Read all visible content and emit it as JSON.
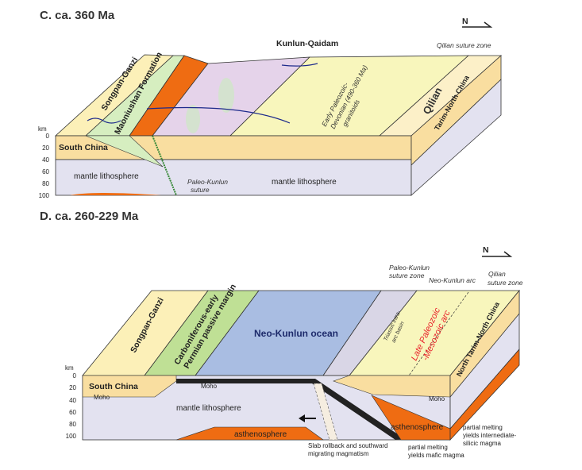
{
  "panel_c": {
    "title": "C. ca. 360 Ma",
    "north": "N",
    "labels": {
      "kunlun_qaidam": "Kunlun-Qaidam",
      "qilian_suture_zone": "Qilian suture zone",
      "songpan_ganzi": "Songpan-Ganzi",
      "maoniushan": "Maoniushan Formation",
      "granitoids_1": "Early Paleozoic-",
      "granitoids_2": "Devonian (490-360 Ma)",
      "granitoids_3": "granitoids",
      "qilian": "Qilian",
      "tarim_north_china": "Tarim-North China",
      "south_china": "South China",
      "mantle_lithosphere_left": "mantle lithosphere",
      "mantle_lithosphere_right": "mantle lithosphere",
      "paleo_kunlun_suture_1": "Paleo-Kunlun",
      "paleo_kunlun_suture_2": "suture"
    }
  },
  "panel_d": {
    "title": "D. ca. 260-229 Ma",
    "north": "N",
    "labels": {
      "songpan_ganzi": "Songpan-Ganzi",
      "passive_margin_1": "Carboniferous-early",
      "passive_margin_2": "Permian passive margin",
      "ocean": "Neo-Kunlun ocean",
      "paleo_kunlun_suture_1": "Paleo-Kunlun",
      "paleo_kunlun_suture_2": "suture zone",
      "neo_kunlun_arc": "Neo-Kunlun arc",
      "qilian_suture_1": "Qilian",
      "qilian_suture_2": "suture zone",
      "intra_arc_1": "Triassic intra-",
      "intra_arc_2": "arc basin",
      "arc_1": "Late Paleozoic",
      "arc_2": "-Mesozoic arc",
      "north_tarim": "North Tarim-North China",
      "south_china": "South China",
      "moho_1": "Moho",
      "moho_2": "Moho",
      "moho_3": "Moho",
      "mantle_lithosphere": "mantle lithosphere",
      "asthenosphere_left": "asthenosphere",
      "asthenosphere_right": "asthenosphere",
      "rollback_1": "Slab rollback and southward",
      "rollback_2": "migrating magmatism",
      "mafic_1": "partial melting",
      "mafic_2": "yields mafic magma",
      "silicic_1": "partial melting",
      "silicic_2": "yields internediate-",
      "silicic_3": "silicic magma"
    }
  },
  "depth_axis": {
    "unit": "km",
    "ticks": [
      "0",
      "20",
      "40",
      "60",
      "80",
      "100"
    ]
  },
  "colors": {
    "crust": "#f9dea0",
    "mantle": "#e3e2f0",
    "asthenosphere": "#ef6c12",
    "songpan": "#fcf0b8",
    "maoniushan": "#d6eec0",
    "kunlun": "#e5d3ea",
    "granitoid_belt": "#f8f6bc",
    "ocean": "#a9bde2",
    "passive_margin": "#bfe095",
    "red_label": "#e8212a",
    "ocean_label": "#1d2a6b"
  }
}
